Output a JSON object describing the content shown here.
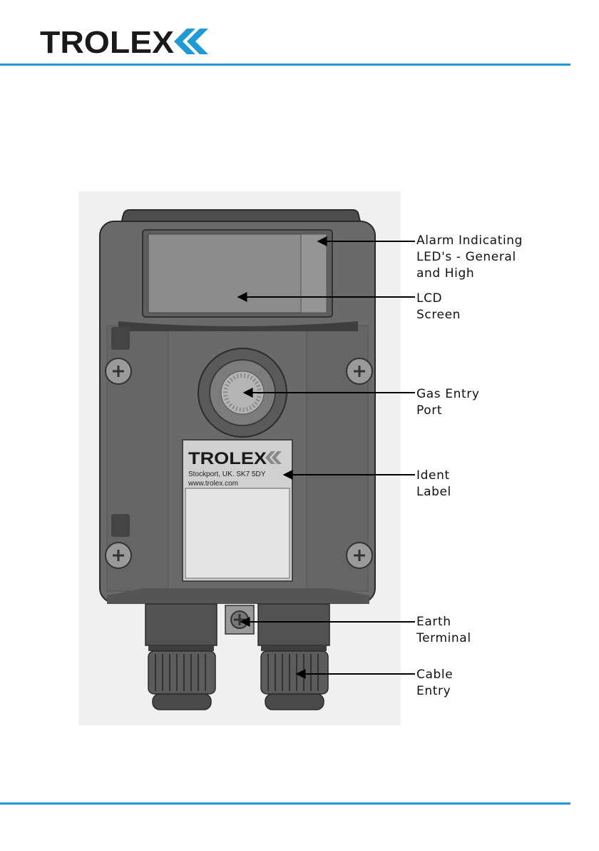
{
  "brand": {
    "name": "TROLEX",
    "accent": "#1e9ad6",
    "dark": "#1a1a1a"
  },
  "label": {
    "brand": "TROLEX",
    "address": "Stockport, UK. SK7 5DY",
    "website": "www.trolex.com"
  },
  "callouts": [
    {
      "id": "alarm-leds",
      "text": "Alarm Indicating\nLED's - General\nand High"
    },
    {
      "id": "lcd-screen",
      "text": "LCD\nScreen"
    },
    {
      "id": "gas-entry-port",
      "text": "Gas Entry\nPort"
    },
    {
      "id": "ident-label",
      "text": "Ident\nLabel"
    },
    {
      "id": "earth-terminal",
      "text": "Earth\nTerminal"
    },
    {
      "id": "cable-entry",
      "text": "Cable\nEntry"
    }
  ]
}
